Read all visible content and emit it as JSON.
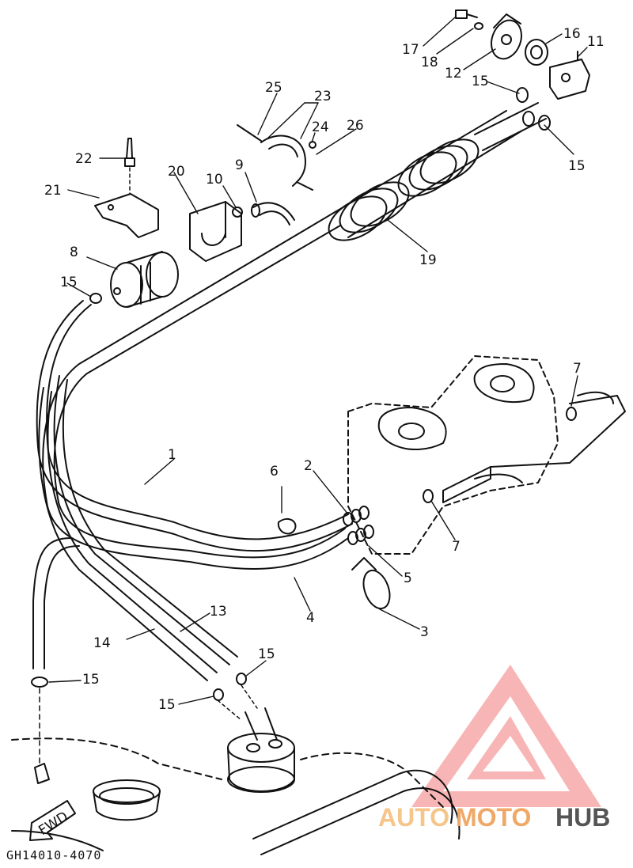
{
  "diagram": {
    "drawing_code": "GH14010-4070",
    "direction_label": "FWD",
    "callouts": [
      "1",
      "2",
      "3",
      "4",
      "5",
      "6",
      "7",
      "7",
      "8",
      "9",
      "10",
      "11",
      "12",
      "13",
      "14",
      "15",
      "15",
      "15",
      "15",
      "15",
      "15",
      "16",
      "17",
      "18",
      "19",
      "20",
      "21",
      "22",
      "23",
      "24",
      "25",
      "26"
    ]
  },
  "watermark": {
    "part1": "AUTO",
    "part2": "MOTO",
    "part3": "HUB",
    "color_light": "#f5c58a",
    "color_mid": "#f0a868",
    "color_dark": "#555555",
    "logo_color": "#f47a7a"
  }
}
